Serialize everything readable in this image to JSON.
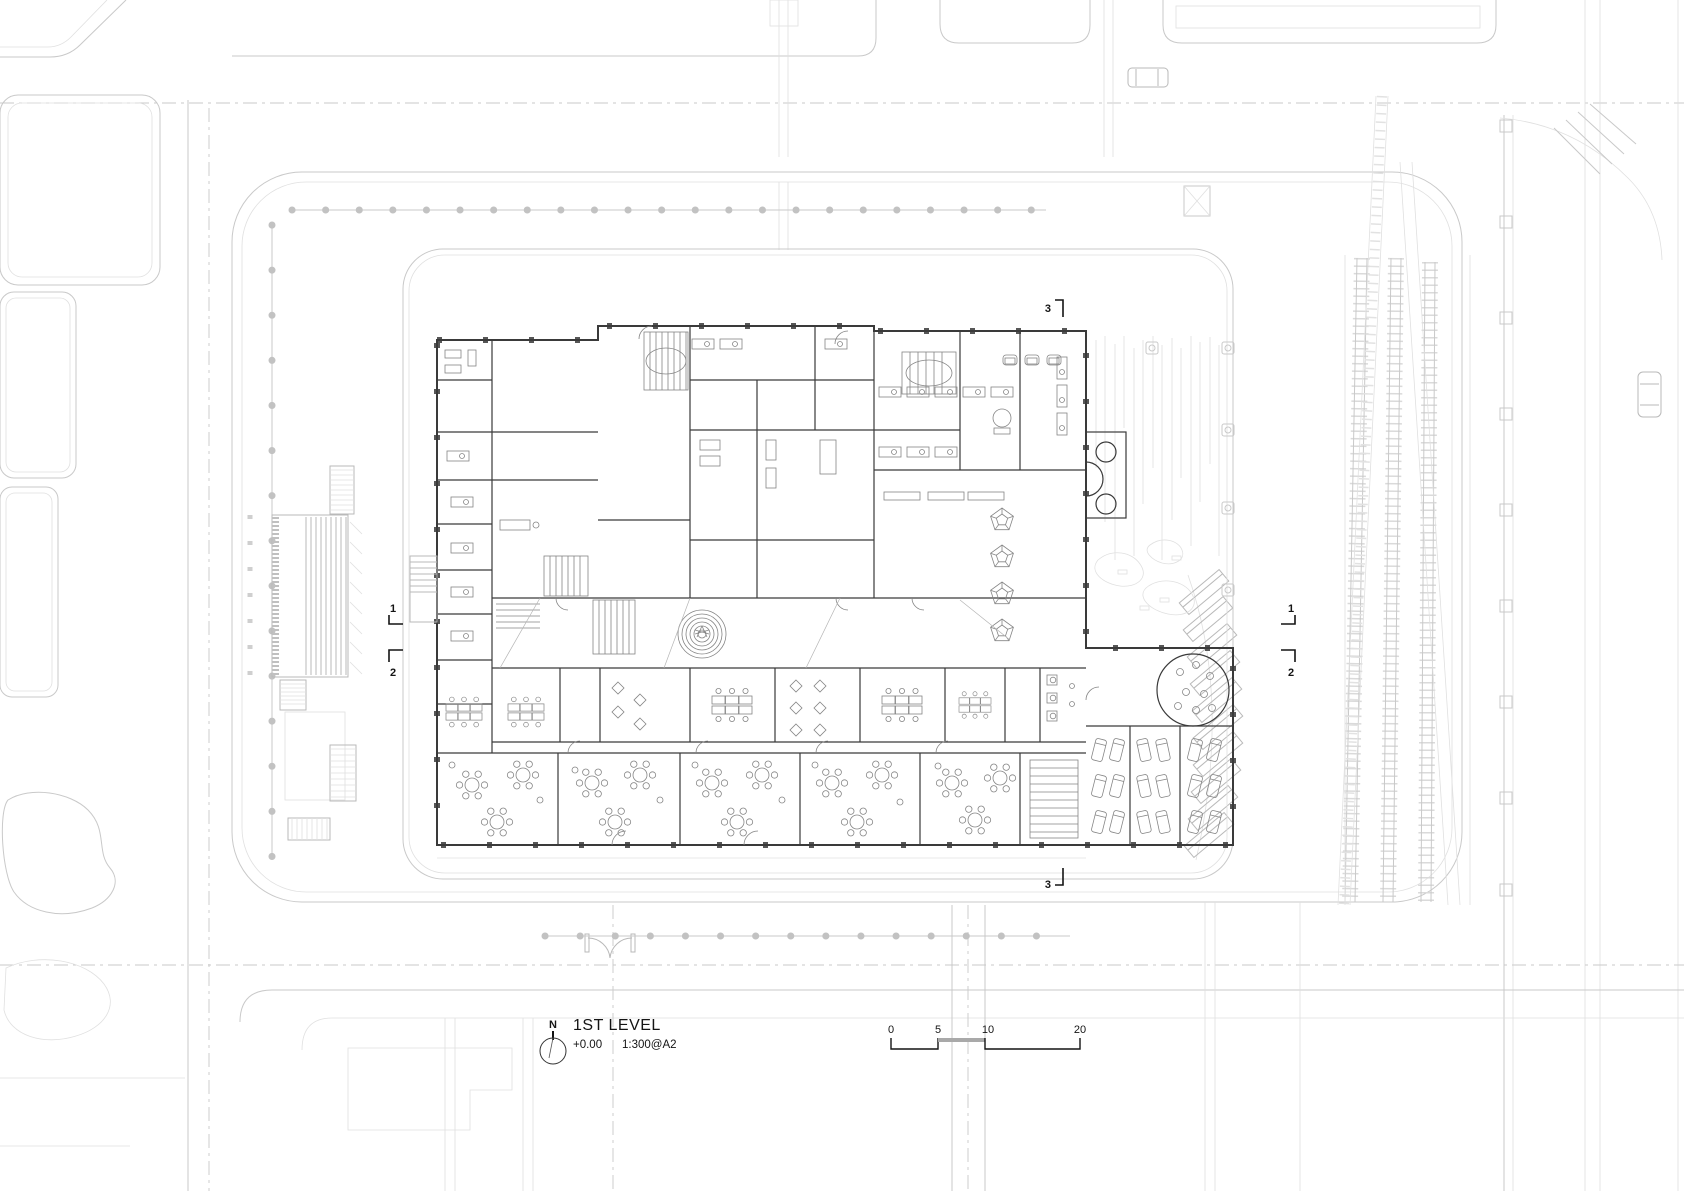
{
  "drawing": {
    "title": "1ST LEVEL",
    "level": "+0.00",
    "scale": "1:300@A2",
    "north_label": "N"
  },
  "scalebar": {
    "labels": [
      "0",
      "5",
      "10",
      "20"
    ]
  },
  "section_markers": {
    "top": "3",
    "bottom": "3",
    "left_upper": "1",
    "left_lower": "2",
    "right_upper": "1",
    "right_lower": "2"
  },
  "colors": {
    "background": "#ffffff",
    "site_line": "#c9c9c9",
    "site_light": "#e0e0e0",
    "site_mid": "#b9b9b9",
    "wall": "#3a3a3a",
    "furniture": "#858585",
    "annotation": "#141414",
    "scalebar_fill": "#a9a9a9"
  }
}
